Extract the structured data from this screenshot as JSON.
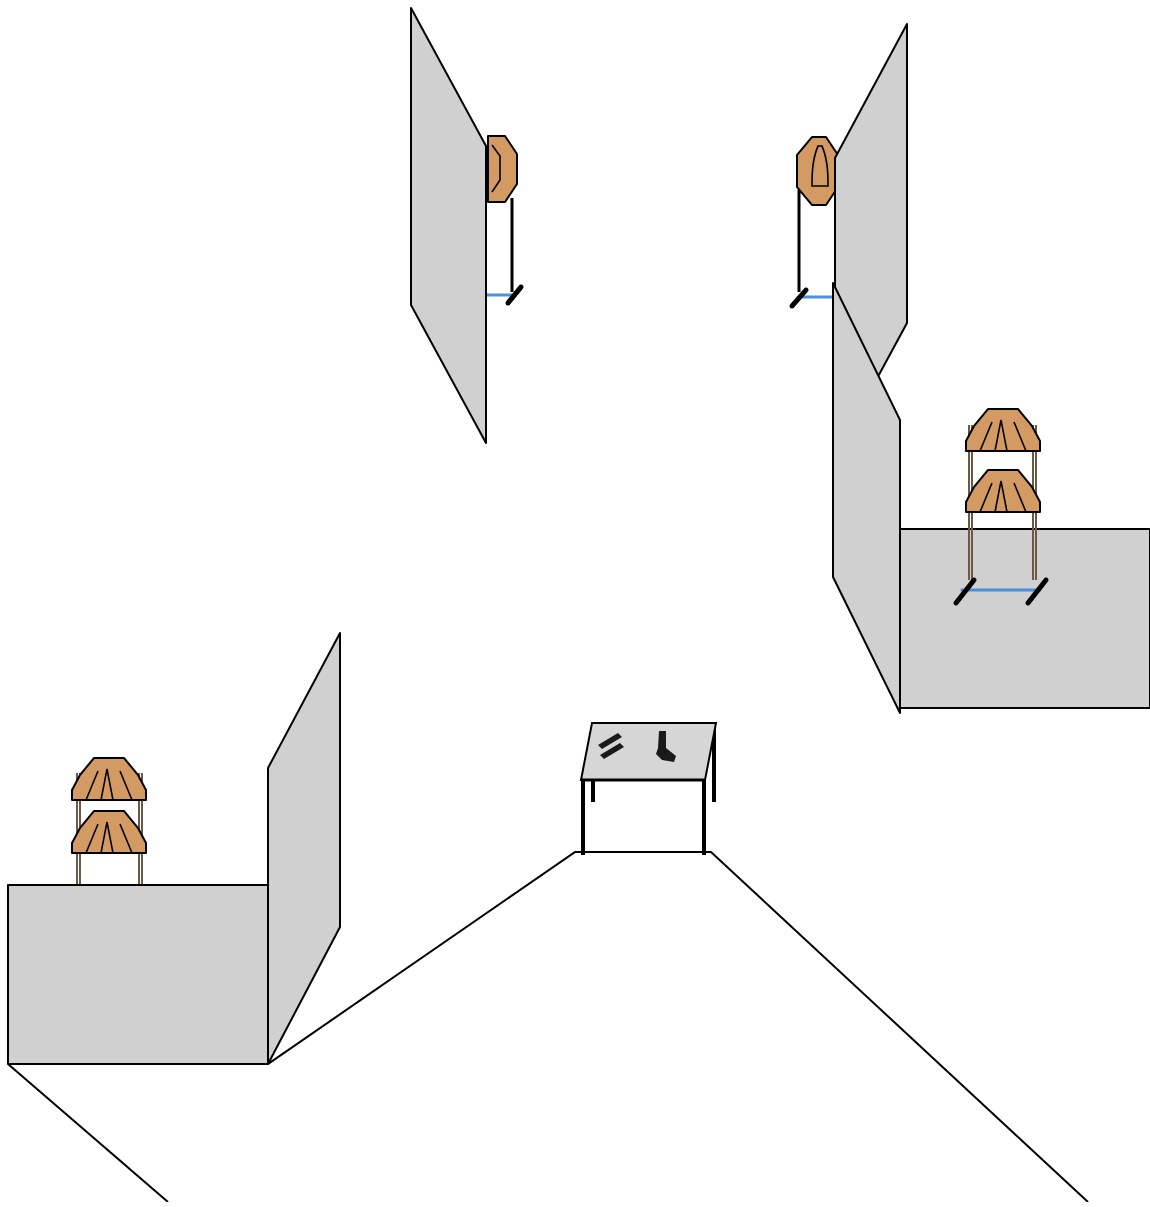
{
  "scene": {
    "colors": {
      "wall_fill": "#d0d0d0",
      "target_fill": "#d39a63",
      "stand_base_accent": "#4a8fe0",
      "table_top": "#d6d6d6",
      "outline": "#000000",
      "background": "#ffffff"
    },
    "objects": [
      {
        "type": "barrier-wall",
        "count": 4
      },
      {
        "type": "steel-target-single",
        "count": 2
      },
      {
        "type": "steel-target-double-stack",
        "count": 2
      },
      {
        "type": "start-table",
        "count": 1,
        "items": [
          "magazine-icon",
          "pistol-icon"
        ]
      },
      {
        "type": "shooting-area-fault-lines",
        "count": 1
      }
    ]
  }
}
